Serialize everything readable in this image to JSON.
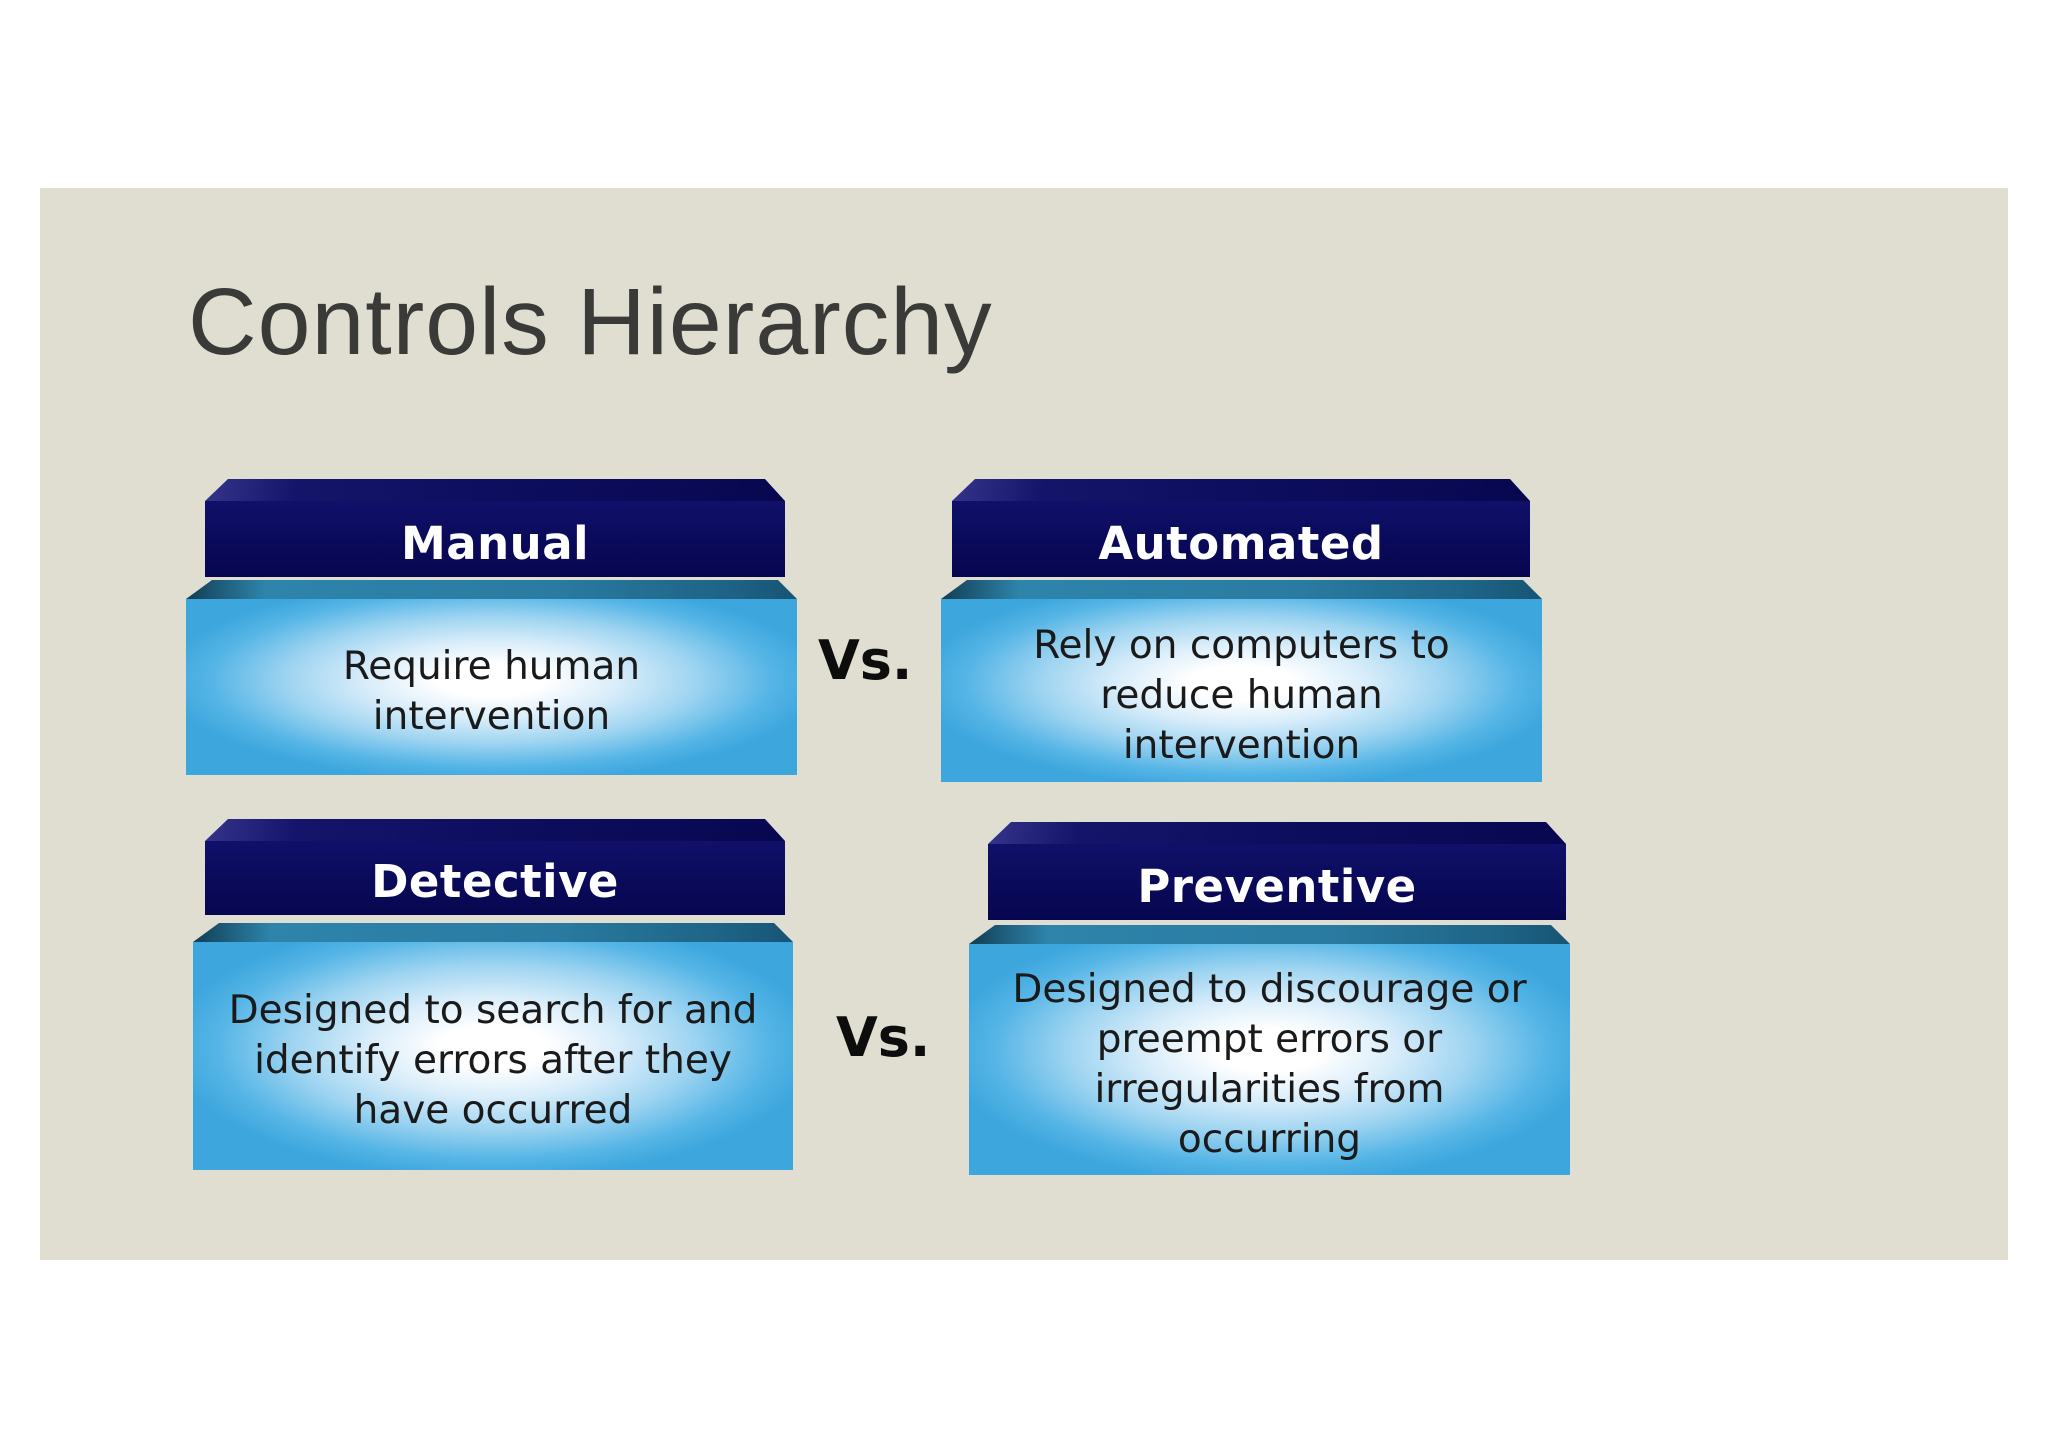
{
  "slide": {
    "title": "Controls Hierarchy",
    "rows": [
      {
        "vs": "Vs.",
        "left": {
          "header": "Manual",
          "body_lines": [
            "Require human",
            "intervention"
          ]
        },
        "right": {
          "header": "Automated",
          "body_lines": [
            "Rely on computers to",
            "reduce human",
            "intervention"
          ]
        }
      },
      {
        "vs": "Vs.",
        "left": {
          "header": "Detective",
          "body_lines": [
            "Designed to search for and",
            "identify errors after they",
            "have occurred"
          ]
        },
        "right": {
          "header": "Preventive",
          "body_lines": [
            "Designed to discourage or",
            "preempt errors or",
            "irregularities from",
            "occurring"
          ]
        }
      }
    ],
    "colors": {
      "slide_background": "#e0ddd1",
      "page_background": "#ffffff",
      "header_navy": "#0a0a5a",
      "body_blue_edge": "#3ca6dd",
      "body_blue_center": "#ffffff",
      "bevel_teal": "#2a7ba2",
      "title_text": "#3a3a38",
      "body_text": "#1a1a1a",
      "header_text": "#ffffff",
      "vs_text": "#0d0d0d"
    }
  }
}
